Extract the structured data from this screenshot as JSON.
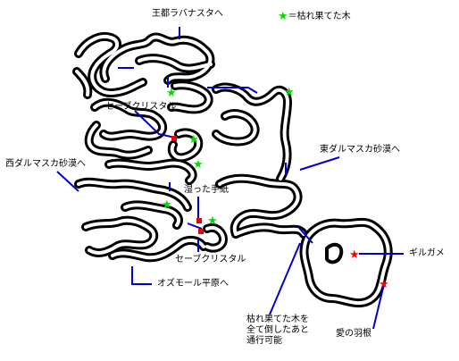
{
  "legend": {
    "marker": "★",
    "text": "＝枯れ果てた木",
    "color": "#00dd00"
  },
  "labels": {
    "royal_capital": "王都ラバナスタへ",
    "save_crystal_north": "セーブクリスタル",
    "west_dalmasca": "西ダルマスカ砂漠へ",
    "east_dalmasca": "東ダルマスカ砂漠へ",
    "damp_letter": "湿った手紙",
    "save_crystal_south": "セーブクリスタル",
    "ozmone": "オズモール平原へ",
    "gilgamesh": "ギルガメ",
    "love_feather": "愛の羽根",
    "withered_note": [
      "枯れ果てた木を",
      "全て倒したあと",
      "通行可能"
    ]
  },
  "colors": {
    "wall": "#000000",
    "route_line": "#0000cc",
    "dead_tree": "#00dd00",
    "point_marker": "#ee0000",
    "special_marker": "#ff0000"
  }
}
